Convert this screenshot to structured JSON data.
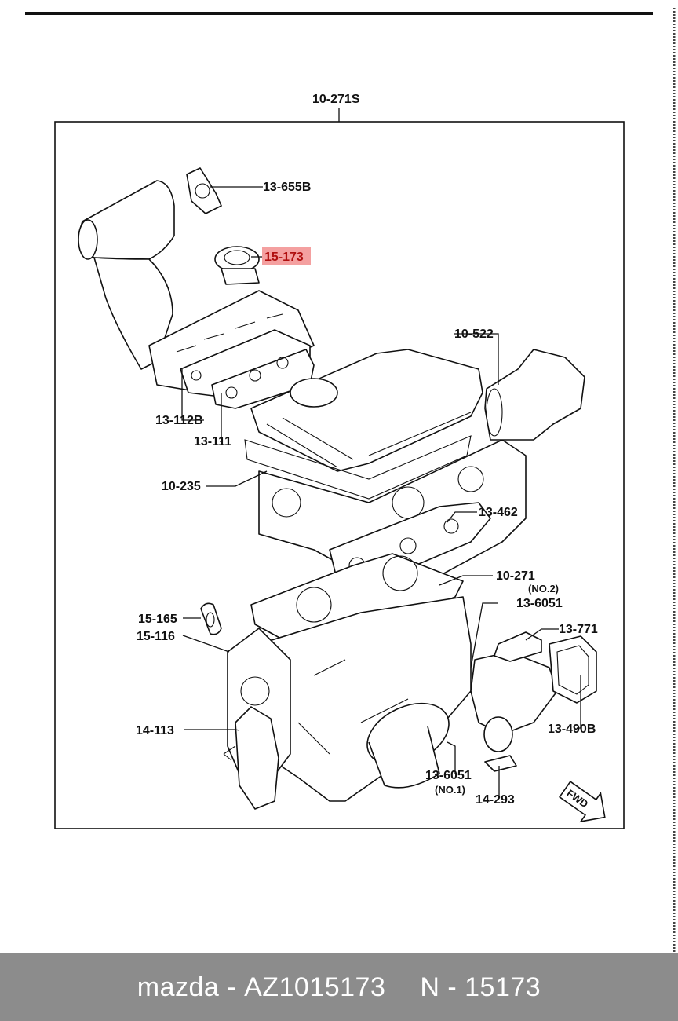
{
  "diagram": {
    "set_label": "10-271S",
    "labels": [
      {
        "id": "13-655B",
        "text": "13-655B"
      },
      {
        "id": "15-173",
        "text": "15-173",
        "highlight": true
      },
      {
        "id": "10-522",
        "text": "10-522"
      },
      {
        "id": "13-112B",
        "text": "13-112B"
      },
      {
        "id": "13-111",
        "text": "13-111"
      },
      {
        "id": "10-235",
        "text": "10-235"
      },
      {
        "id": "13-462",
        "text": "13-462"
      },
      {
        "id": "10-271",
        "text": "10-271",
        "sub": "(NO.2)"
      },
      {
        "id": "13-6051-top",
        "text": "13-6051"
      },
      {
        "id": "15-165",
        "text": "15-165"
      },
      {
        "id": "13-771",
        "text": "13-771"
      },
      {
        "id": "15-116",
        "text": "15-116"
      },
      {
        "id": "14-113",
        "text": "14-113"
      },
      {
        "id": "13-490B",
        "text": "13-490B"
      },
      {
        "id": "13-6051-bottom",
        "text": "13-6051",
        "sub": "(NO.1)"
      },
      {
        "id": "14-293",
        "text": "14-293"
      }
    ],
    "fwd_label": "FWD",
    "highlight_color": "#f4a0a0"
  },
  "footer": {
    "brand": "mazda",
    "part_number": "AZ1015173",
    "code": "N - 15173"
  }
}
